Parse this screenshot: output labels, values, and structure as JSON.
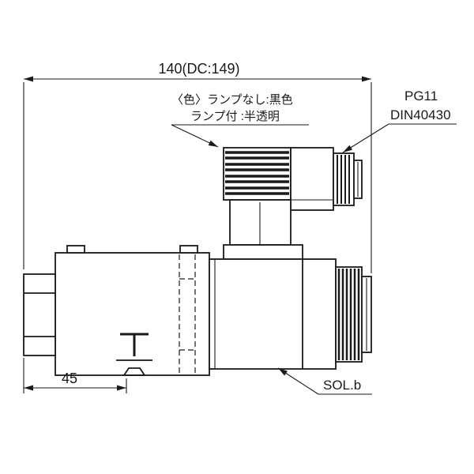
{
  "labels": {
    "dim_overall": "140(DC:149)",
    "color_note_line1": "〈色〉ランプなし:黒色",
    "color_note_line2": "ランプ付 :半透明",
    "connector_type": "PG11",
    "connector_standard": "DIN40430",
    "dim_port_offset": "45",
    "solenoid": "SOL.b"
  },
  "colors": {
    "line": "#1a1a1a",
    "background": "#ffffff"
  }
}
